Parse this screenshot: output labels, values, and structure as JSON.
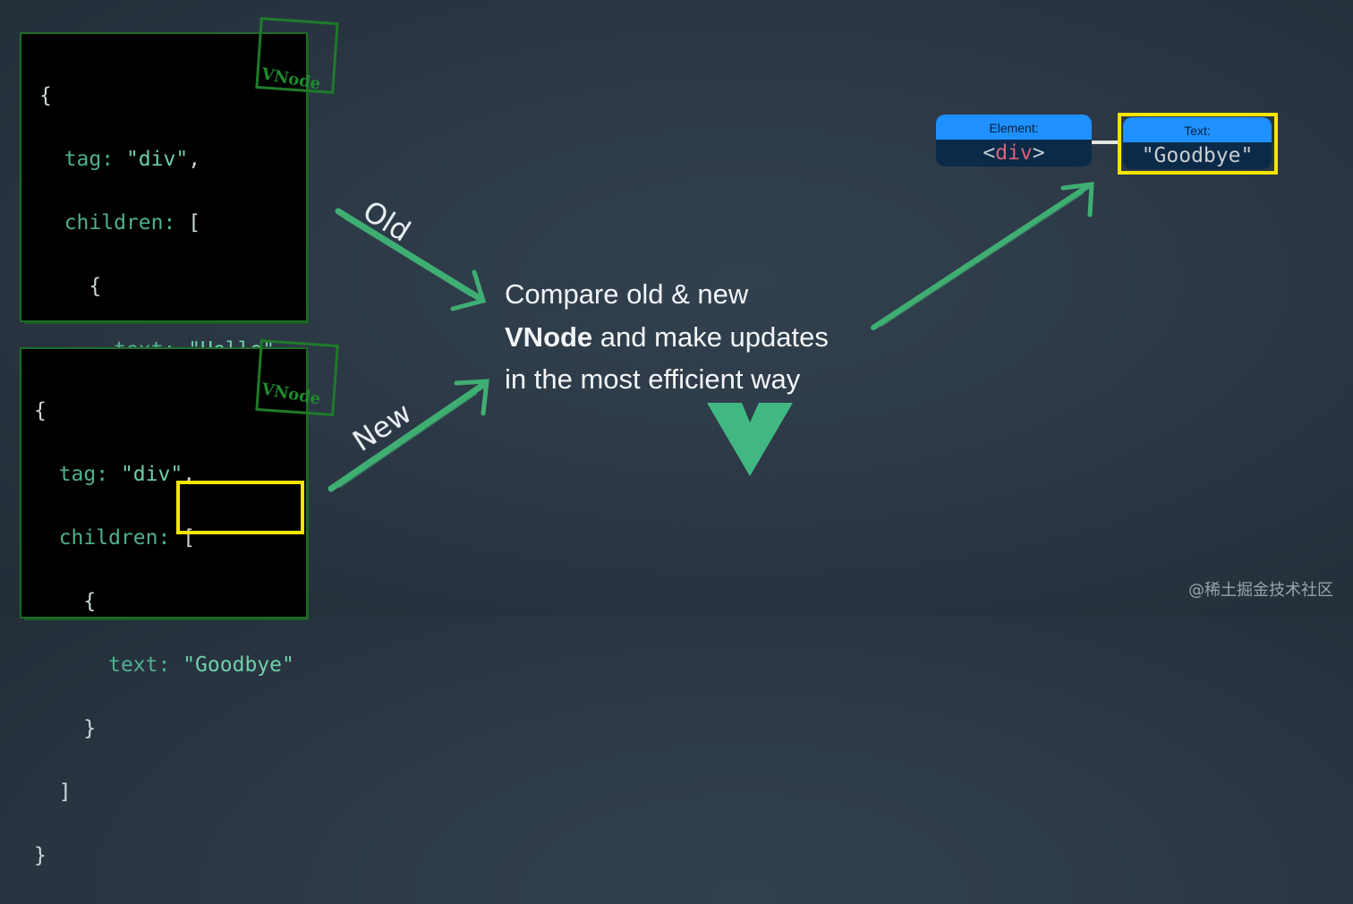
{
  "old_vnode": {
    "tag_label": "VNode",
    "lines": [
      "{",
      "tag: \"div\",",
      "children: [",
      "{",
      "text: \"Hello\"",
      "}",
      "]",
      "}"
    ],
    "tag_key": "tag:",
    "tag_value": "\"div\"",
    "children_key": "children:",
    "text_key": "text:",
    "text_value": "\"Hello\""
  },
  "new_vnode": {
    "tag_label": "VNode",
    "tag_key": "tag:",
    "tag_value": "\"div\"",
    "children_key": "children:",
    "text_key": "text:",
    "text_value": "\"Goodbye\""
  },
  "arrows": {
    "old_label": "Old",
    "new_label": "New"
  },
  "caption": {
    "line1": "Compare old & new",
    "line2_bold": "VNode",
    "line2_rest": " and make updates",
    "line3": "in the most efficient way"
  },
  "dom": {
    "element_header": "Element:",
    "element_open": "<",
    "element_tag": "div",
    "element_close": ">",
    "text_header": "Text:",
    "text_value": "\"Goodbye\""
  },
  "colors": {
    "vue_green": "#41b883",
    "highlight": "#f4e500",
    "node_header": "#1e90ff"
  },
  "watermark": "@稀土掘金技术社区"
}
